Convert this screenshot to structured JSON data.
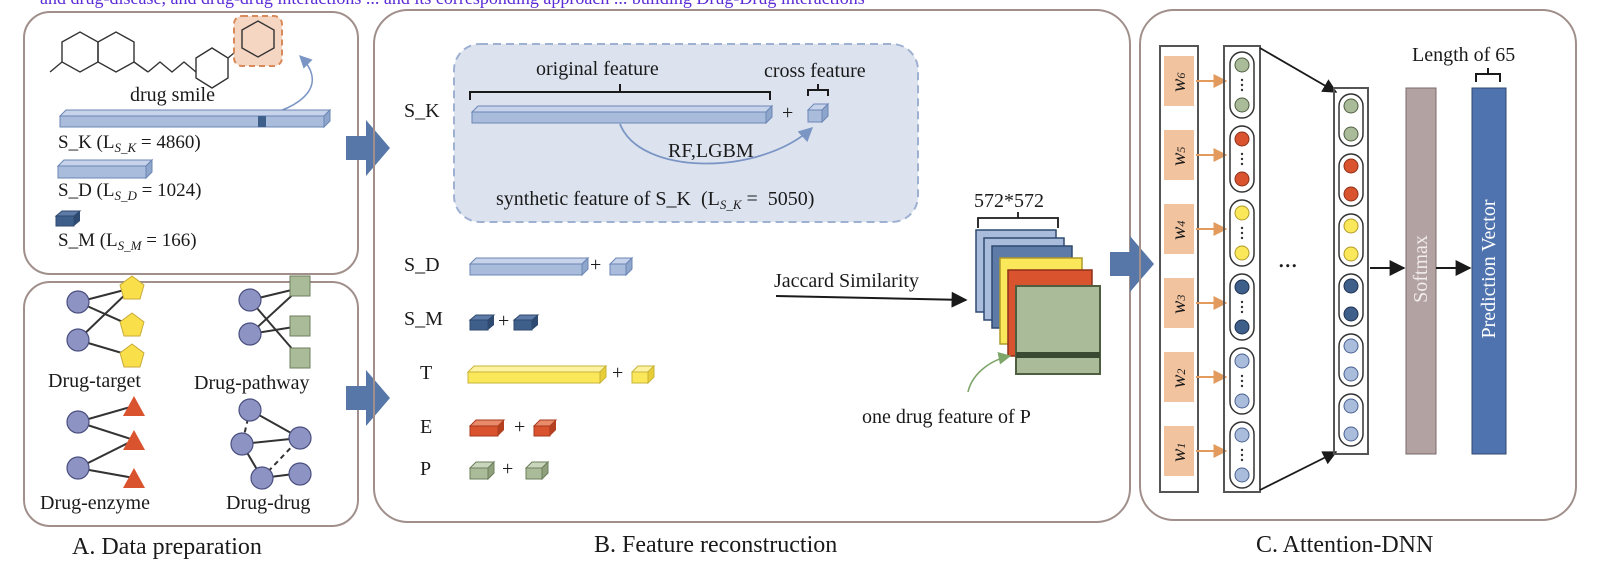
{
  "top_text": "and drug-disease, and drug-drug interactions ... and its corresponding approach ... building Drug-Drug interactions",
  "panels": {
    "a": {
      "caption": "A. Data preparation",
      "smiles_label": "drug smile",
      "features": [
        {
          "name": "S_K",
          "length_sym": "L",
          "length_sub": "S_K",
          "length_value": "4860"
        },
        {
          "name": "S_D",
          "length_sym": "L",
          "length_sub": "S_D",
          "length_value": "1024"
        },
        {
          "name": "S_M",
          "length_sym": "L",
          "length_sub": "S_M",
          "length_value": "166"
        }
      ],
      "networks": [
        "Drug-target",
        "Drug-pathway",
        "Drug-enzyme",
        "Drug-drug"
      ]
    },
    "b": {
      "caption": "B. Feature reconstruction",
      "sk_label": "S_K",
      "original_feature": "original feature",
      "cross_feature": "cross feature",
      "rf_lgbm": "RF,LGBM",
      "synthetic_prefix": "synthetic feature of S_K",
      "synthetic_sym": "L",
      "synthetic_sub": "S_K",
      "synthetic_value": "5050",
      "rows": [
        "S_D",
        "S_M",
        "T",
        "E",
        "P"
      ],
      "jaccard": "Jaccard Similarity",
      "matrix_size": "572*572",
      "one_drug": "one drug feature of P"
    },
    "c": {
      "caption": "C. Attention-DNN",
      "weights": [
        {
          "sym": "w",
          "sub": "6"
        },
        {
          "sym": "w",
          "sub": "5"
        },
        {
          "sym": "w",
          "sub": "4"
        },
        {
          "sym": "w",
          "sub": "3"
        },
        {
          "sym": "w",
          "sub": "2"
        },
        {
          "sym": "w",
          "sub": "1"
        }
      ],
      "ellipsis": "...",
      "softmax": "Softmax",
      "prediction": "Prediction Vector",
      "length_label": "Length of 65"
    }
  },
  "colors": {
    "panel_border": "#a08f8a",
    "light_blue": "#a9bcdc",
    "dark_blue": "#3e5f8a",
    "yellow": "#fbe85a",
    "red": "#d9532f",
    "green": "#a9bb98",
    "weight_orange": "#f2c39f",
    "arrow_blue": "#5677a8",
    "softmax_gray": "#b3a2a2",
    "prediction_blue": "#4f73ae",
    "dashed_panel_bg": "#dce3ef",
    "top_text_purple": "#5b2bd6"
  }
}
